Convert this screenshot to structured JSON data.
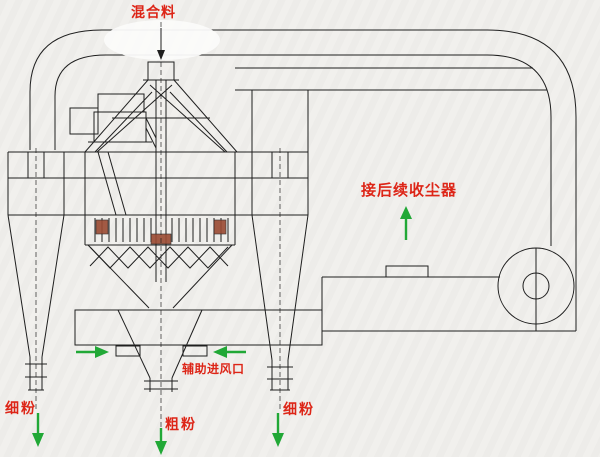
{
  "diagram": {
    "labels": {
      "feed": "混合料",
      "to_dust_collector": "接后续收尘器",
      "aux_air_inlet": "辅助进风口",
      "fine_powder_left": "细粉",
      "coarse_powder": "粗粉",
      "fine_powder_right": "细粉"
    },
    "colors": {
      "background": "#f1f0ed",
      "line_black": "#1f1f1f",
      "label_red": "#dd2517",
      "arrow_green": "#21a836",
      "accent_brown": "#9a4a32"
    }
  }
}
